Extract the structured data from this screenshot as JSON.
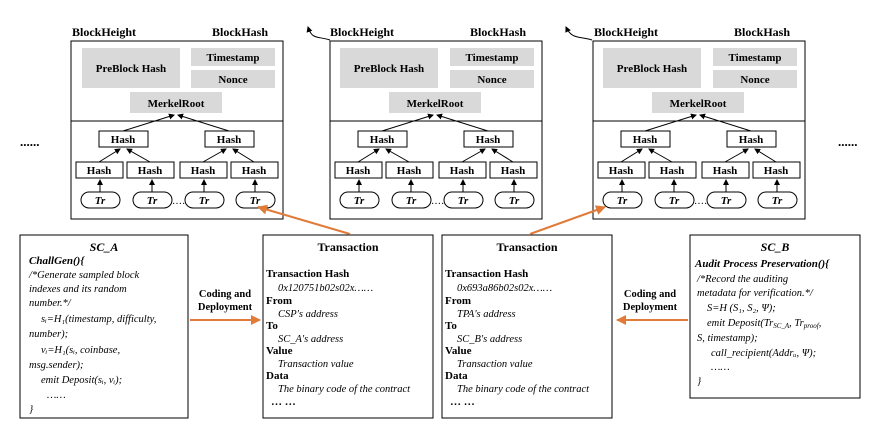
{
  "colors": {
    "gray_box": "#d9d9d9",
    "arrow_orange": "#e07b39",
    "line": "#000000",
    "background": "#ffffff"
  },
  "blocks": [
    {
      "height_label": "BlockHeight",
      "hash_label": "BlockHash",
      "preblock": "PreBlock Hash",
      "timestamp": "Timestamp",
      "nonce": "Nonce",
      "merkle": "MerkelRoot",
      "hash": "Hash",
      "tr": "Tr"
    },
    {
      "height_label": "BlockHeight",
      "hash_label": "BlockHash",
      "preblock": "PreBlock Hash",
      "timestamp": "Timestamp",
      "nonce": "Nonce",
      "merkle": "MerkelRoot",
      "hash": "Hash",
      "tr": "Tr"
    },
    {
      "height_label": "BlockHeight",
      "hash_label": "BlockHash",
      "preblock": "PreBlock Hash",
      "timestamp": "Timestamp",
      "nonce": "Nonce",
      "merkle": "MerkelRoot",
      "hash": "Hash",
      "tr": "Tr"
    }
  ],
  "ellipsis_side": "......",
  "ellipsis_tr": "……",
  "contracts": {
    "sc_a": {
      "title": "SC_A",
      "func": "ChallGen(){",
      "lines": [
        "/*Generate sampled block",
        "indexes and its random",
        "number.*/",
        "sᵢ=H₁(timestamp, difficulty,",
        "number);",
        "vᵢ=H₁(sᵢ, coinbase,",
        "msg.sender);",
        "emit Deposit(sᵢ, vᵢ);",
        "……",
        "}"
      ]
    },
    "sc_b": {
      "title": "SC_B",
      "func": "Audit Process Preservation(){",
      "lines": [
        "/*Record the auditing",
        "metadata for verification.*/",
        "S=H (S₁, S₂, Ψ);",
        "emit Deposit(Tr",
        "S, timestamp);",
        "call_recipient(Addrᵤ, Ψ);",
        "……",
        "}"
      ],
      "deposit_sub1": "SC_A",
      "deposit_mid": ", Tr",
      "deposit_sub2": "proof",
      "deposit_end": ","
    }
  },
  "coding_label": [
    "Coding and",
    "Deployment"
  ],
  "transactions": [
    {
      "title": "Transaction",
      "hash_label": "Transaction Hash",
      "hash_value": "0x120751b02s02x……",
      "from_label": "From",
      "from_value": "CSP's address",
      "to_label": "To",
      "to_value": "SC_A's address",
      "value_label": "Value",
      "value_value": "Transaction value",
      "data_label": "Data",
      "data_value": "The binary code of the contract",
      "more": "… …"
    },
    {
      "title": "Transaction",
      "hash_label": "Transaction Hash",
      "hash_value": "0x693a86b02s02x……",
      "from_label": "From",
      "from_value": "TPA's address",
      "to_label": "To",
      "to_value": "SC_B's address",
      "value_label": "Value",
      "value_value": "Transaction value",
      "data_label": "Data",
      "data_value": "The binary code of the contract",
      "more": "… …"
    }
  ]
}
